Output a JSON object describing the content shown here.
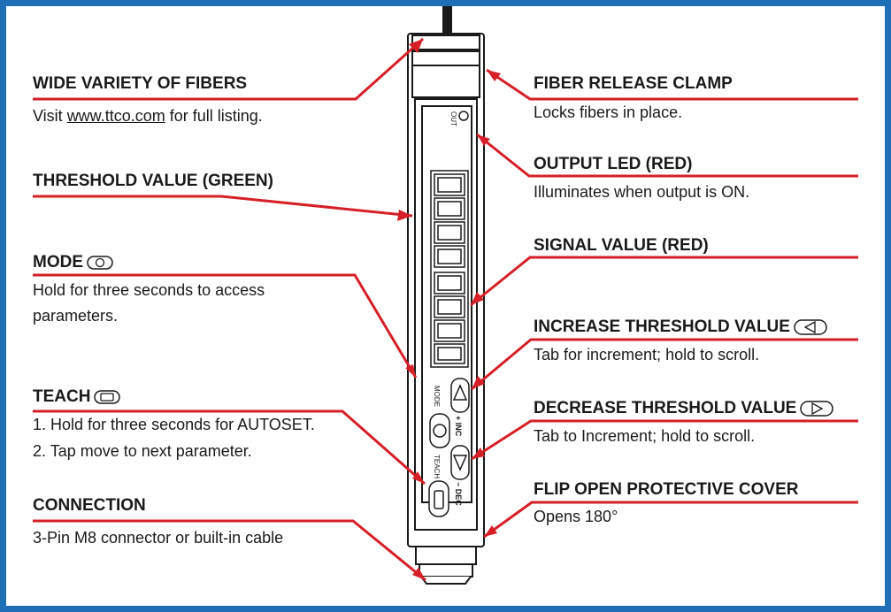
{
  "colors": {
    "frame": "#1f6fb6",
    "callout": "#d61f26",
    "device": "#1a1a1a"
  },
  "wide_variety": {
    "heading": "WIDE VARIETY OF FIBERS",
    "desc_prefix": "Visit ",
    "link": "www.ttco.com",
    "desc_suffix": " for full listing."
  },
  "threshold_value": {
    "heading": "THRESHOLD VALUE (GREEN)"
  },
  "mode": {
    "heading": "MODE",
    "line1": "Hold for three seconds to access",
    "line2": "parameters."
  },
  "teach": {
    "heading": "TEACH",
    "line1": "1. Hold for three seconds for AUTOSET.",
    "line2": "2. Tap move to next parameter."
  },
  "connection": {
    "heading": "CONNECTION",
    "desc": "3-Pin M8 connector or built-in cable"
  },
  "fiber_release": {
    "heading": "FIBER RELEASE CLAMP",
    "desc": "Locks fibers in place."
  },
  "output_led": {
    "heading": "OUTPUT LED (RED)",
    "desc": "Illuminates when output is ON."
  },
  "signal_value": {
    "heading": "SIGNAL VALUE (RED)"
  },
  "increase": {
    "heading": "INCREASE THRESHOLD VALUE",
    "desc": "Tab for increment; hold to scroll."
  },
  "decrease": {
    "heading": "DECREASE THRESHOLD VALUE",
    "desc": "Tab to Increment; hold to scroll."
  },
  "flip_cover": {
    "heading": "FLIP OPEN PROTECTIVE COVER",
    "desc": "Opens 180°"
  },
  "device_labels": {
    "out": "OUT",
    "mode": "MODE",
    "teach": "TEACH",
    "inc": "+ INC",
    "dec": "− DEC"
  }
}
